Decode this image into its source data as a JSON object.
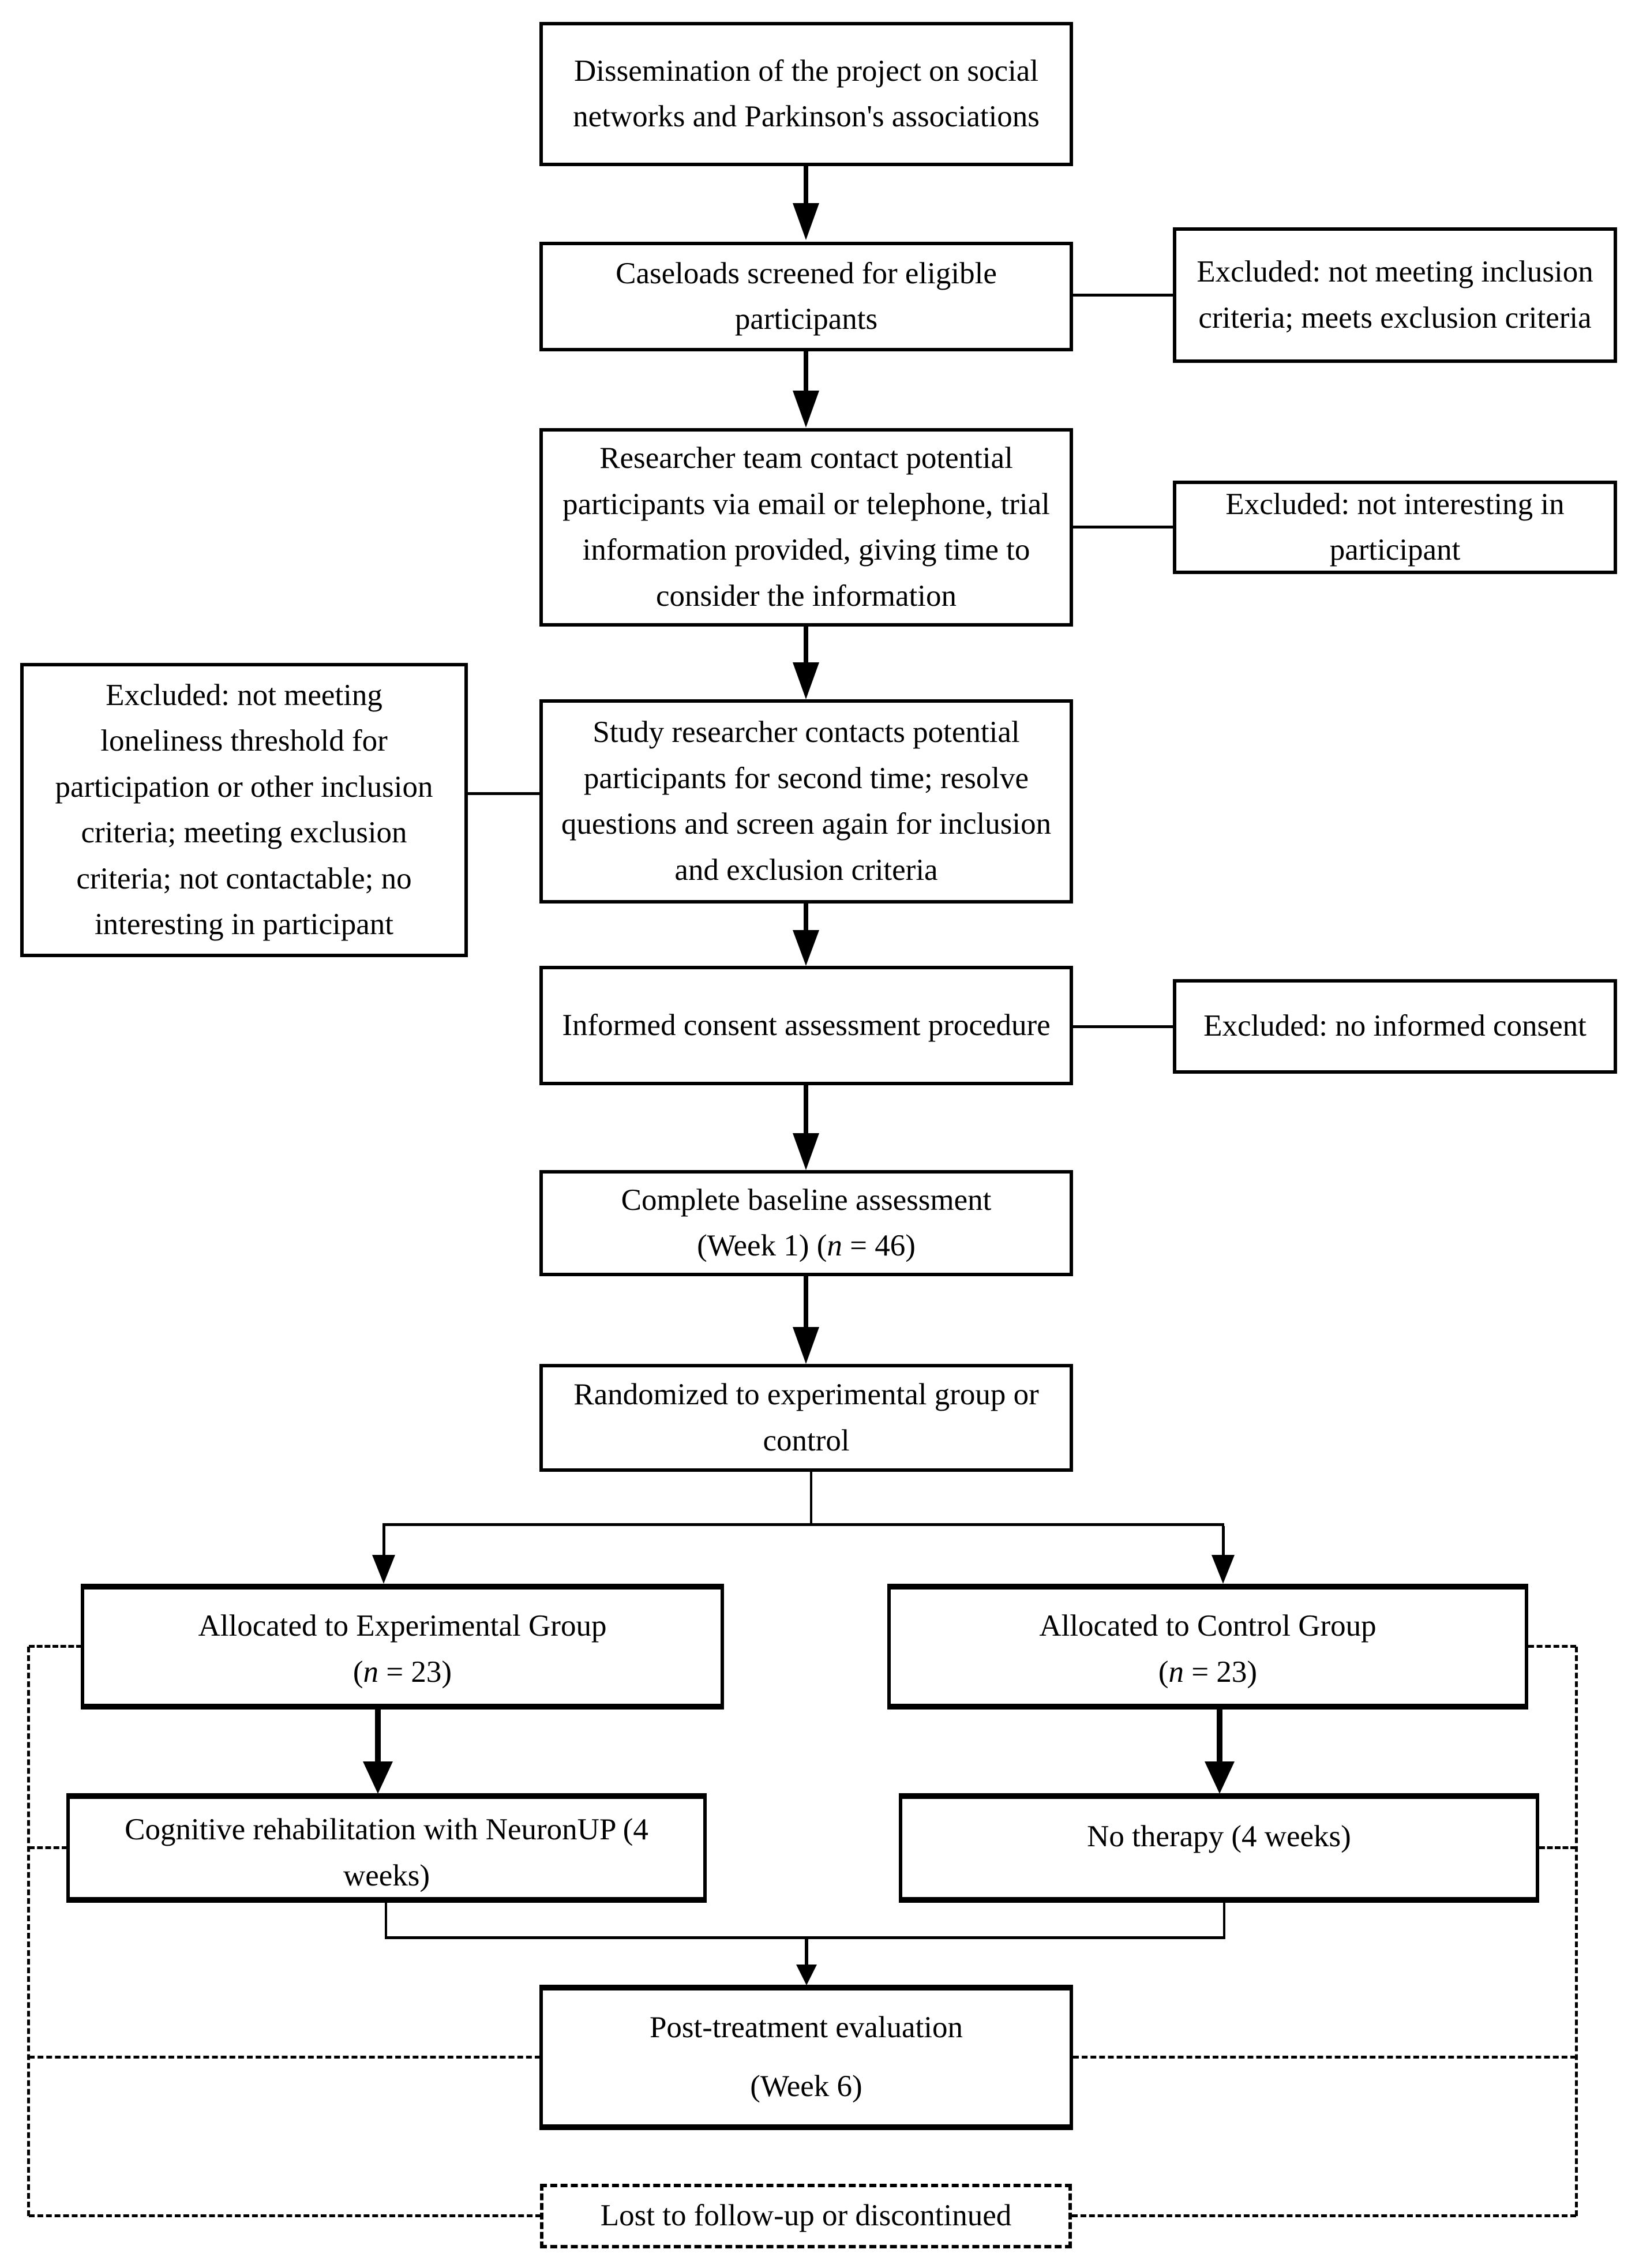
{
  "figure": {
    "background": "#ffffff",
    "line_color": "#000000"
  },
  "boxes": {
    "dissemination": {
      "text": "Dissemination of the project on social networks and Parkinson's associations"
    },
    "caseloads": {
      "text": "Caseloads screened for eligible participants"
    },
    "excluded_screening": {
      "text": "Excluded: not meeting inclusion criteria; meets exclusion criteria"
    },
    "first_contact": {
      "text": "Researcher team contact potential participants via email or telephone, trial information provided, giving time to consider the information"
    },
    "excluded_not_interested": {
      "text": "Excluded: not interesting in participant"
    },
    "excluded_loneliness": {
      "text": "Excluded: not meeting loneliness threshold for participation or other inclusion criteria; meeting exclusion criteria; not contactable; no interesting in participant"
    },
    "second_contact": {
      "text": "Study researcher contacts potential participants for second time; resolve questions and screen again for inclusion and exclusion criteria"
    },
    "informed_consent": {
      "text": "Informed consent assessment procedure"
    },
    "excluded_no_consent": {
      "text": "Excluded: no informed consent"
    },
    "baseline": {
      "line1": "Complete baseline assessment",
      "line2_prefix": "(Week 1) (",
      "line2_n": "n",
      "line2_suffix": " = 46)"
    },
    "randomized": {
      "text": "Randomized to experimental group or control"
    },
    "allocated_experimental": {
      "line1": "Allocated to Experimental Group",
      "n_prefix": "(",
      "n": "n",
      "n_suffix": " = 23)"
    },
    "allocated_control": {
      "line1": "Allocated to Control Group",
      "n_prefix": "(",
      "n": "n",
      "n_suffix": " = 23)"
    },
    "experimental_treatment": {
      "text": "Cognitive rehabilitation with NeuronUP (4 weeks)"
    },
    "control_treatment": {
      "text": "No therapy (4 weeks)"
    },
    "post_treatment": {
      "line1": "Post-treatment evaluation",
      "line2": "(Week 6)"
    },
    "lost_followup": {
      "text": "Lost to follow-up or discontinued"
    }
  }
}
